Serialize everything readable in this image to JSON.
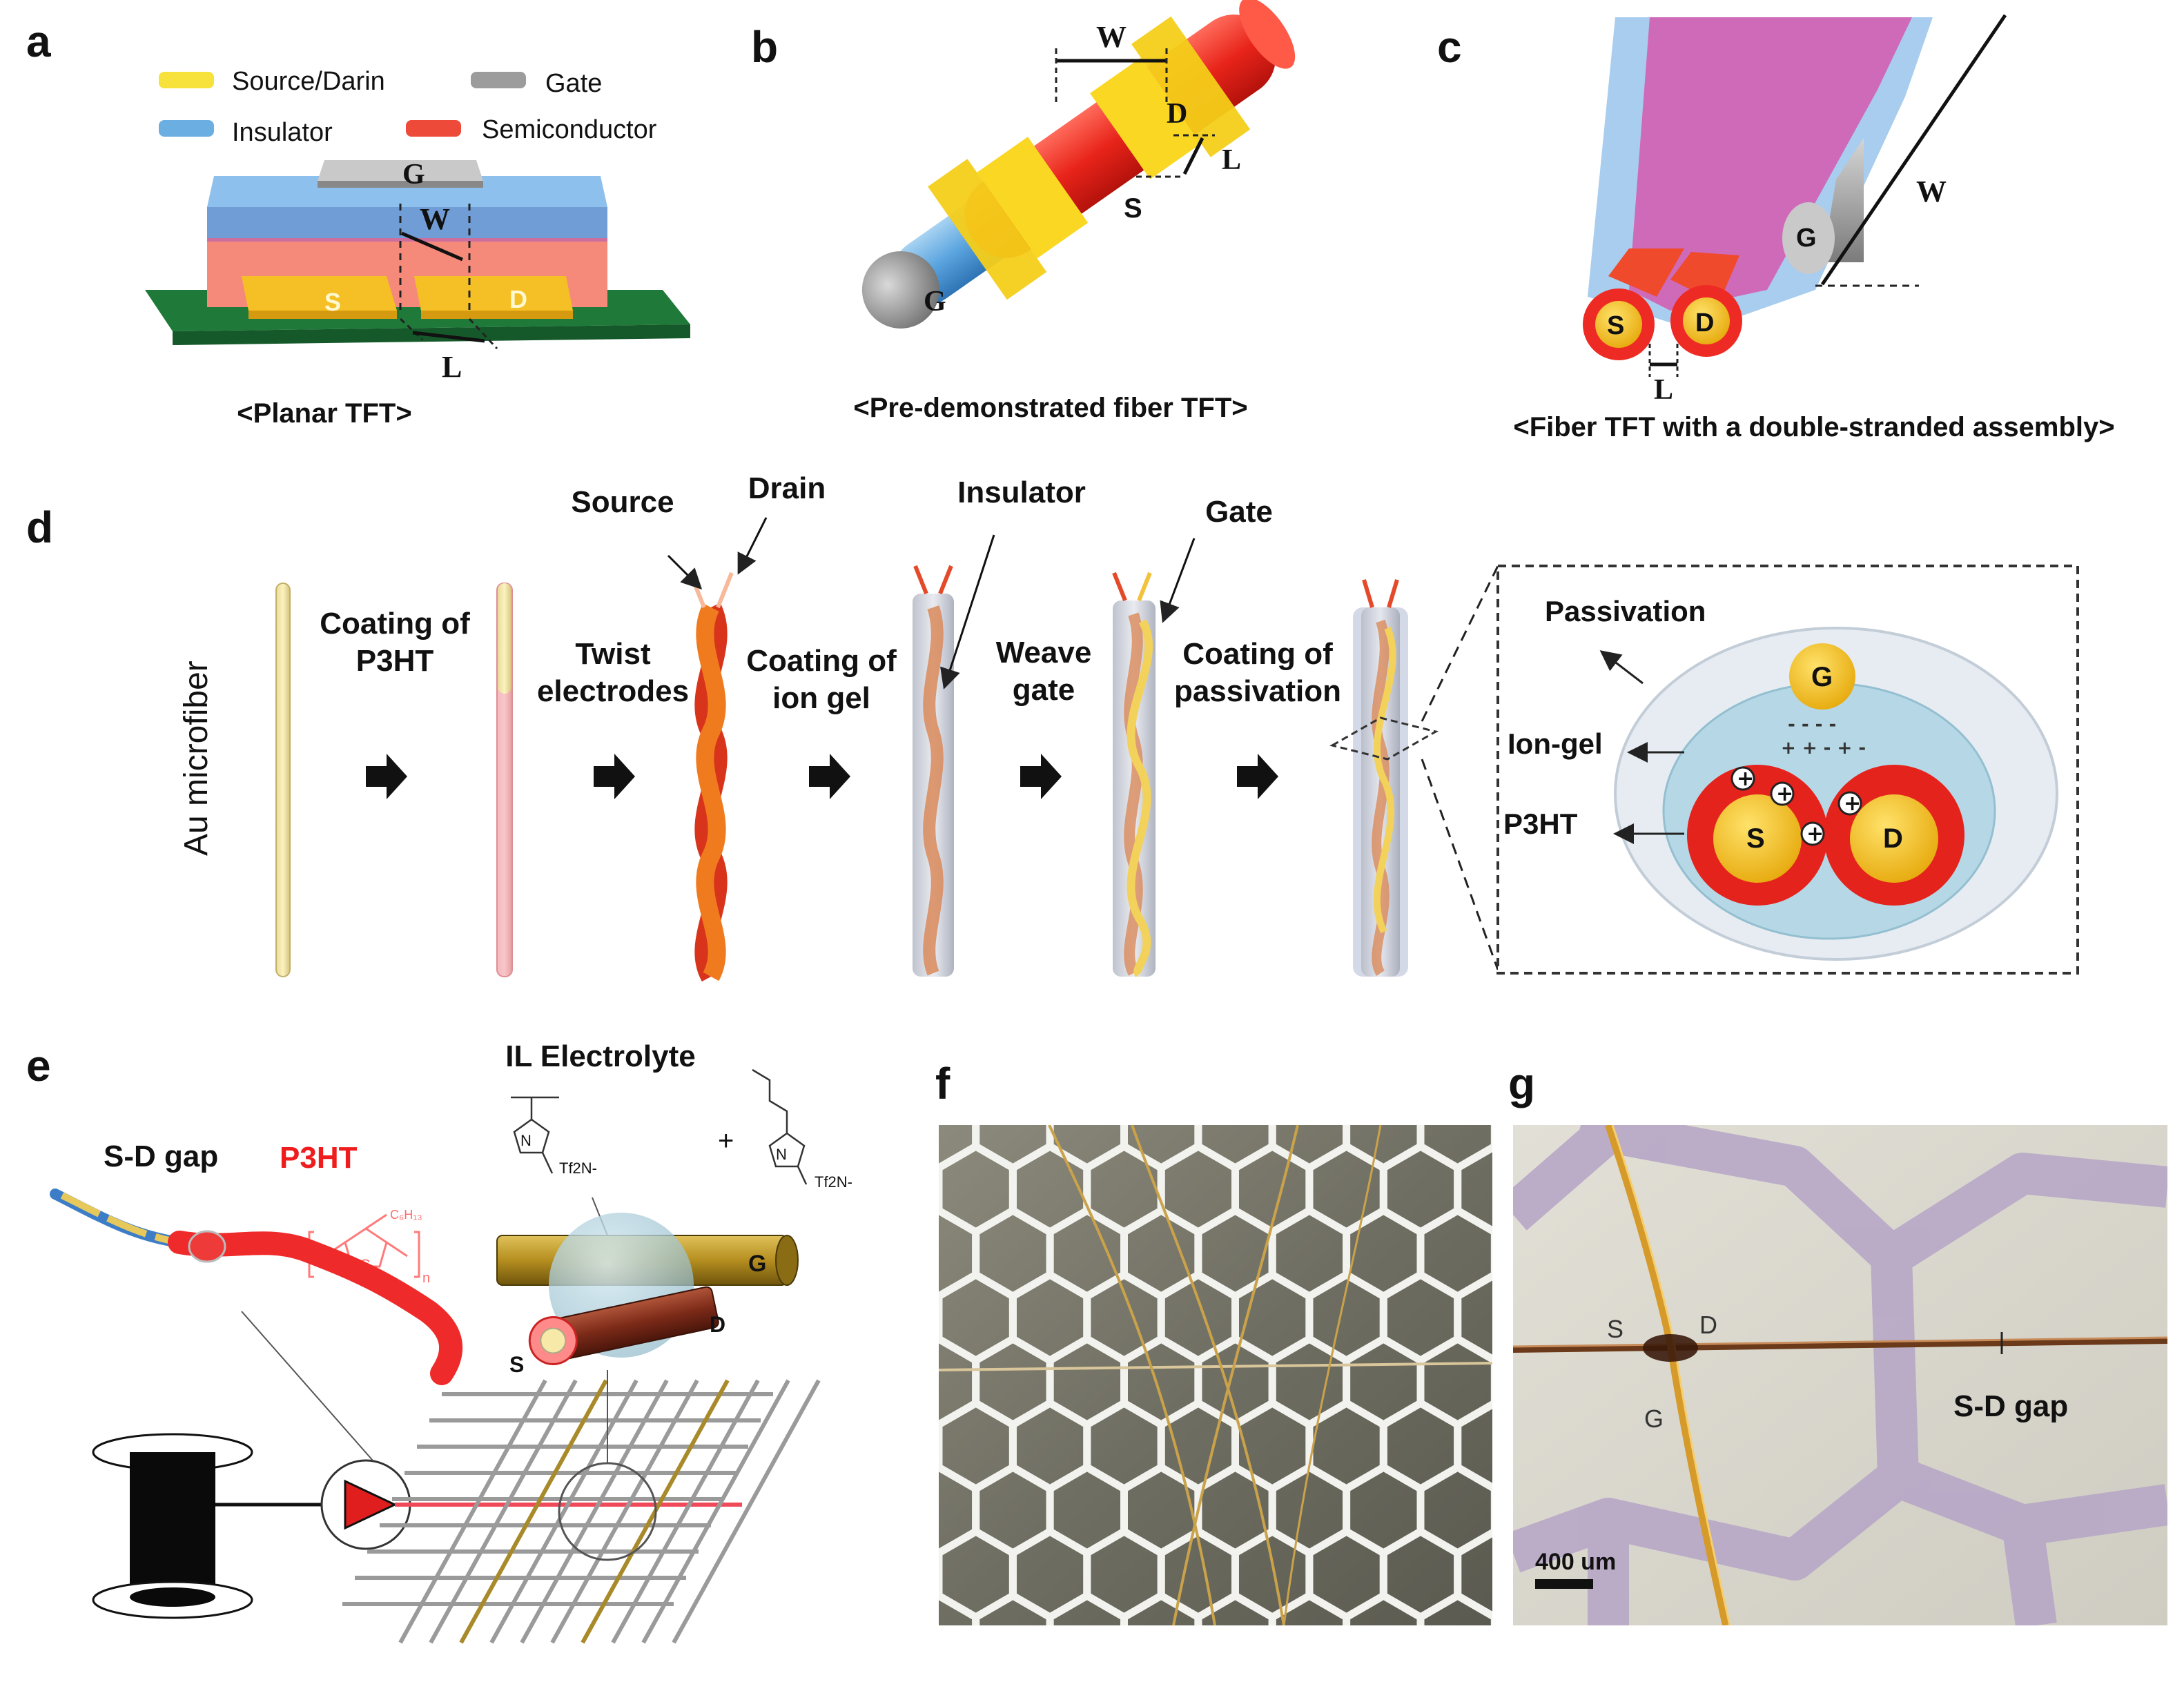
{
  "panels": {
    "a": {
      "letter": "a",
      "legend": {
        "source_drain": "Source/Darin",
        "gate": "Gate",
        "insulator": "Insulator",
        "semiconductor": "Semiconductor"
      },
      "labels": {
        "g": "G",
        "s": "S",
        "d": "D",
        "w": "W",
        "l": "L"
      },
      "caption": "<Planar TFT>"
    },
    "b": {
      "letter": "b",
      "labels": {
        "w": "W",
        "d": "D",
        "l": "L",
        "s": "S",
        "g": "G"
      },
      "caption": "<Pre-demonstrated fiber TFT>"
    },
    "c": {
      "letter": "c",
      "labels": {
        "w": "W",
        "g": "G",
        "s": "S",
        "d": "D",
        "l": "L"
      },
      "caption": "<Fiber TFT with a double-stranded assembly>"
    },
    "d": {
      "letter": "d",
      "fiber_label": "Au microfiber",
      "steps": {
        "s1a": "Coating of",
        "s1b": "P3HT",
        "s2a": "Twist",
        "s2b": "electrodes",
        "s3a": "Coating of",
        "s3b": "ion gel",
        "s4a": "Weave",
        "s4b": "gate",
        "s5a": "Coating of",
        "s5b": "passivation"
      },
      "top_labels": {
        "source": "Source",
        "drain": "Drain",
        "insulator": "Insulator",
        "gate": "Gate"
      },
      "inset": {
        "passivation": "Passivation",
        "ion_gel": "Ion-gel",
        "p3ht": "P3HT",
        "g": "G",
        "s": "S",
        "d": "D"
      }
    },
    "e": {
      "letter": "e",
      "sd_gap": "S-D gap",
      "p3ht": "P3HT",
      "chem_sub": "C₆H₁₃",
      "chem_s": "S",
      "chem_n": "n",
      "electrolyte": "IL Electrolyte",
      "plus": "+",
      "tf2n_1": "Tf2N-",
      "tf2n_2": "Tf2N-",
      "n_atom": "N",
      "g": "G",
      "s": "S",
      "d": "D"
    },
    "f": {
      "letter": "f"
    },
    "g": {
      "letter": "g",
      "s": "S",
      "d": "D",
      "g": "G",
      "sd_gap": "S-D gap",
      "scale": "400 um"
    }
  },
  "colors": {
    "yellow": "#f6d23c",
    "red": "#ee2a24",
    "blue": "#6aaee2",
    "gray": "#a9a9a9",
    "green": "#1f7a3a",
    "magenta": "#d35fb3",
    "orange": "#f39a2b"
  }
}
